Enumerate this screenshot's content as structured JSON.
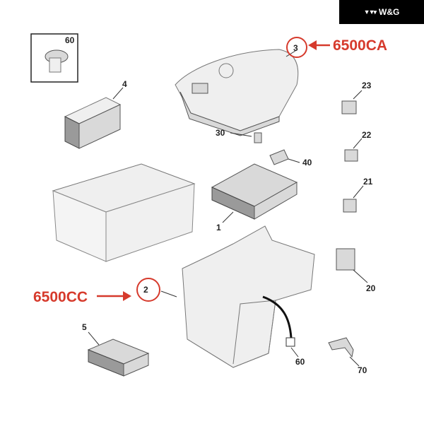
{
  "brand": {
    "logo_mark": "▼▼▾",
    "name": "W&G",
    "color": "#000000"
  },
  "accent_color": "#d63a2c",
  "references": {
    "cover": "6500CA",
    "tray": "6500CC"
  },
  "labels": {
    "clip_inset": "60",
    "fuse_small": "4",
    "cover": "3",
    "relay_23": "23",
    "fuse_30": "30",
    "fuse_40": "40",
    "relay_22": "22",
    "relay_21": "21",
    "fuse_box": "1",
    "tray": "2",
    "relay_20": "20",
    "connector_5": "5",
    "cable_60": "60",
    "bracket_70": "70"
  }
}
